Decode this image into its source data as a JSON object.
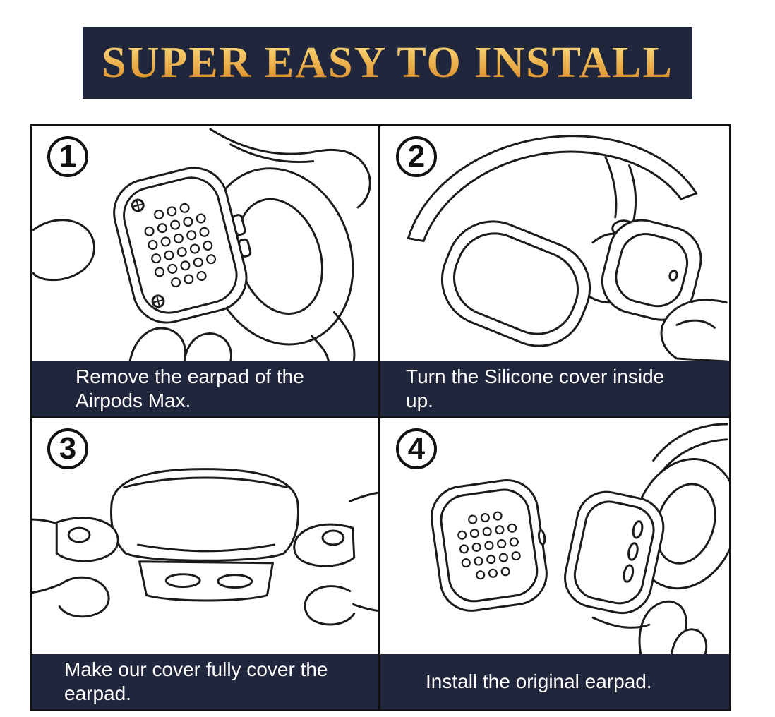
{
  "banner": {
    "title": "SUPER EASY TO INSTALL"
  },
  "colors": {
    "banner_bg": "#20263c",
    "caption_bg": "#20263c",
    "caption_text": "#ffffff",
    "gold_top": "#f8d06f",
    "gold_bottom": "#dd8f2a",
    "line": "#1b1b1b"
  },
  "steps": [
    {
      "number": "1",
      "lines": [
        "Remove the earpad of the",
        "Airpods Max."
      ]
    },
    {
      "number": "2",
      "lines": [
        "Turn the Silicone cover inside",
        "up."
      ]
    },
    {
      "number": "3",
      "lines": [
        "Make our cover fully cover the",
        "earpad."
      ]
    },
    {
      "number": "4",
      "lines": [
        "Install the original earpad.",
        ""
      ]
    }
  ]
}
